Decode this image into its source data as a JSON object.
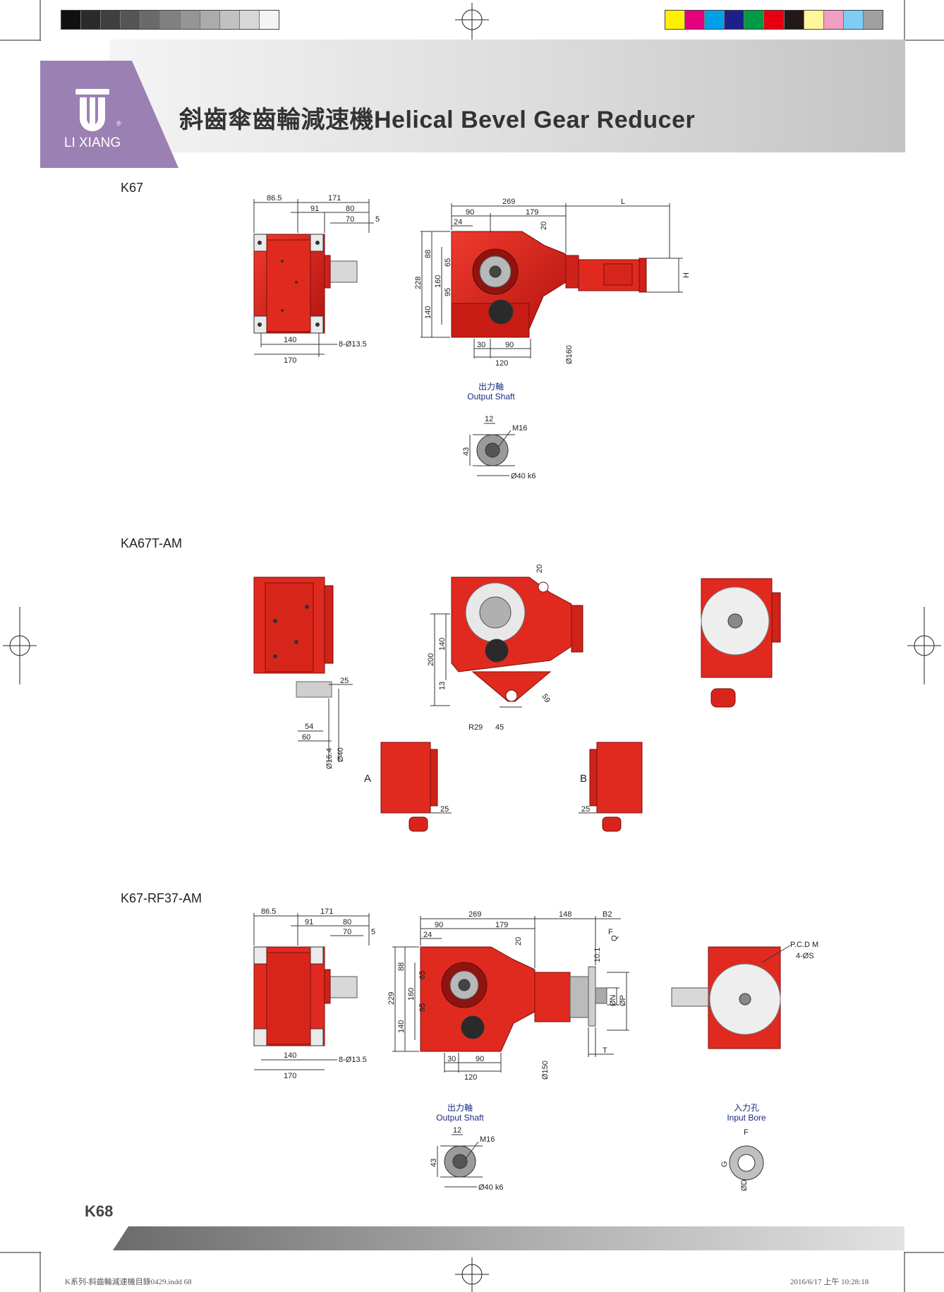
{
  "header": {
    "title_zh": "斜齒傘齒輪減速機",
    "title_en": "Helical Bevel Gear Reducer",
    "logo_text": "LI XIANG",
    "logo_reg": "®"
  },
  "colors": {
    "logo_purple": "#9b80b4",
    "gear_red": "#d9221c",
    "gear_dark_red": "#8a1410",
    "dim_line": "#333333"
  },
  "color_bar": {
    "grays": [
      "#101010",
      "#2a2a2a",
      "#3f3f3f",
      "#555555",
      "#6a6a6a",
      "#808080",
      "#959595",
      "#ababab",
      "#c1c1c1",
      "#d8d8d8",
      "#f4f4f4"
    ],
    "colors": [
      "#ffef00",
      "#e4007f",
      "#00a0e9",
      "#1d2088",
      "#009944",
      "#e60012",
      "#231815",
      "#fff799",
      "#f19ec2",
      "#7ecef4",
      "#a0a0a0"
    ]
  },
  "sections": {
    "k67": {
      "label": "K67",
      "dims": {
        "d865": "86.5",
        "d171": "171",
        "d91": "91",
        "d80": "80",
        "d70": "70",
        "d5": "5",
        "d140": "140",
        "d170": "170",
        "bolt": "8-Ø13.5",
        "d269": "269",
        "d90": "90",
        "d179": "179",
        "dL": "L",
        "d24": "24",
        "d20": "20",
        "d88": "88",
        "d65": "65",
        "d228": "228",
        "d160": "160",
        "d140v": "140",
        "d95": "95",
        "d30": "30",
        "d90b": "90",
        "d120": "120",
        "d160d": "Ø160",
        "dH": "H"
      },
      "shaft": {
        "caption_zh": "出力軸",
        "caption_en": "Output Shaft",
        "d12": "12",
        "m16": "M16",
        "d43": "43",
        "d40": "Ø40 k6"
      }
    },
    "ka67": {
      "label": "KA67T-AM",
      "dims": {
        "d20": "20",
        "d200": "200",
        "d140": "140",
        "d13": "13",
        "d25": "25",
        "d54": "54",
        "d60": "60",
        "d164": "Ø16.4",
        "d40": "Ø40",
        "r29": "R29",
        "d45": "45",
        "d59": "59"
      },
      "views": {
        "a": "A",
        "b": "B",
        "a_dim": "25",
        "b_dim": "25"
      }
    },
    "k67rf": {
      "label": "K67-RF37-AM",
      "dims": {
        "d865": "86.5",
        "d171": "171",
        "d91": "91",
        "d80": "80",
        "d70": "70",
        "d5": "5",
        "d140": "140",
        "d170": "170",
        "bolt": "8-Ø13.5",
        "d269": "269",
        "d148": "148",
        "dB2": "B2",
        "d90": "90",
        "d179": "179",
        "d24": "24",
        "d20": "20",
        "d88": "88",
        "d65": "65",
        "d229": "229",
        "d160": "160",
        "d140v": "140",
        "d95": "95",
        "d30": "30",
        "d90b": "90",
        "d120": "120",
        "d150": "Ø150",
        "d101": "10.1",
        "dF": "F",
        "dQ": "Q",
        "dN": "ØN",
        "dP": "ØP",
        "dT": "T",
        "pcd": "P.C.D M",
        "s": "4-ØS"
      },
      "shaft": {
        "caption_zh": "出力軸",
        "caption_en": "Output Shaft",
        "d12": "12",
        "m16": "M16",
        "d43": "43",
        "d40": "Ø40 k6"
      },
      "bore": {
        "caption_zh": "入力孔",
        "caption_en": "Input Bore",
        "f": "F",
        "g": "G",
        "d": "ØD"
      }
    }
  },
  "footer": {
    "page": "K68",
    "file": "K系列-斜齒輪減速機目錄0429.indd   68",
    "date": "2016/6/17   上午 10:28:18"
  }
}
